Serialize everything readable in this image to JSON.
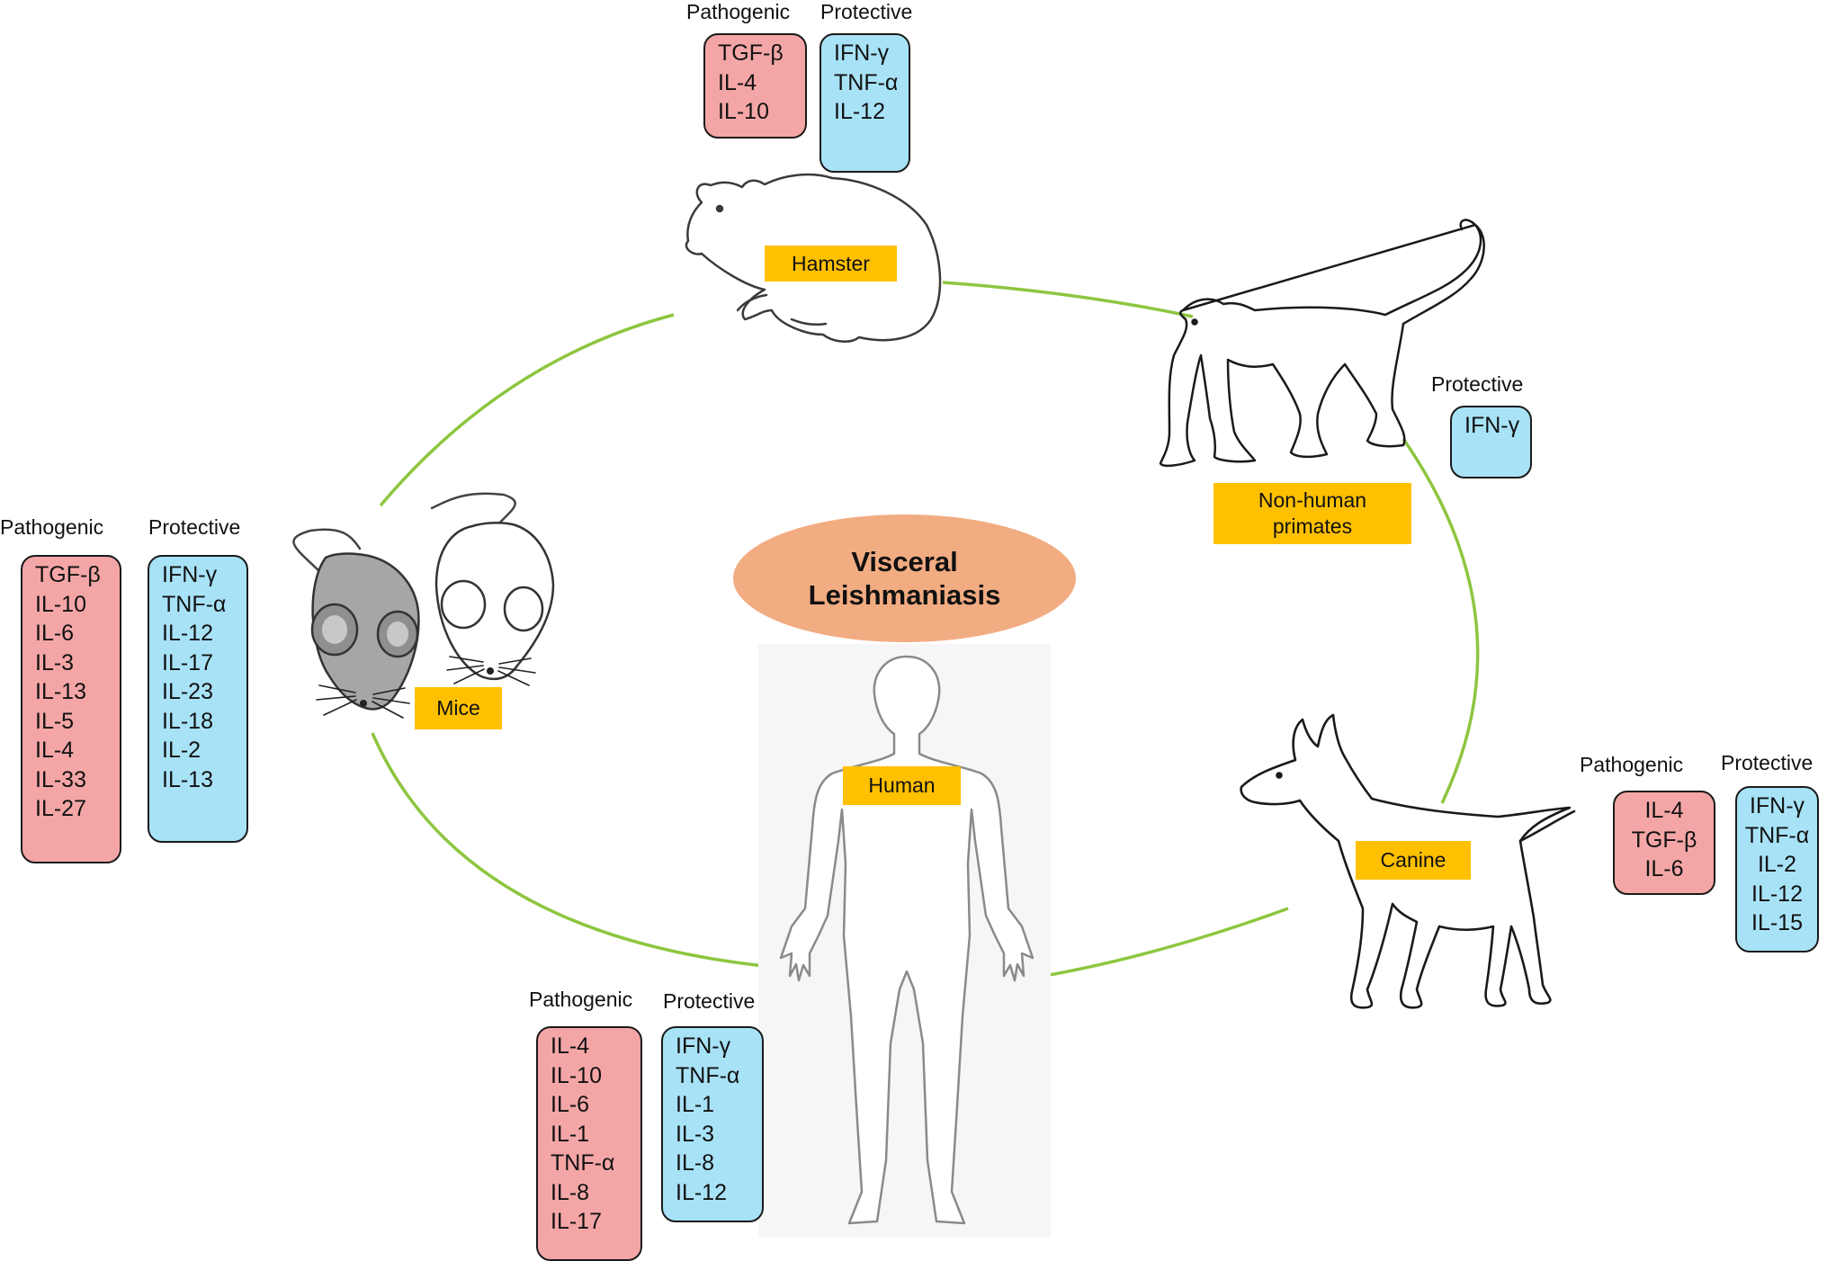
{
  "colors": {
    "cycle": "#8dc63f",
    "pathogenic": "#f4a6a6",
    "protective": "#a8e2f7",
    "host_label": "#ffc000",
    "title_oval": "#f2ac82"
  },
  "title": "Visceral\nLeishmaniasis",
  "hosts": {
    "hamster": {
      "label": "Hamster",
      "icon": "hamster-icon",
      "pathogenic_header": "Pathogenic",
      "protective_header": "Protective",
      "pathogenic": [
        "TGF-β",
        "IL-4",
        "IL-10"
      ],
      "protective": [
        "IFN-γ",
        "TNF-α",
        "IL-12"
      ]
    },
    "primates": {
      "label": "Non-human\nprimates",
      "icon": "monkey-icon",
      "protective_header": "Protective",
      "protective": [
        "IFN-γ"
      ]
    },
    "mice": {
      "label": "Mice",
      "icon": "mouse-icon",
      "pathogenic_header": "Pathogenic",
      "protective_header": "Protective",
      "pathogenic": [
        "TGF-β",
        "IL-10",
        "IL-6",
        "IL-3",
        "IL-13",
        "IL-5",
        "IL-4",
        "IL-33",
        "IL-27"
      ],
      "protective": [
        "IFN-γ",
        "TNF-α",
        "IL-12",
        "IL-17",
        "IL-23",
        "IL-18",
        "IL-2",
        "IL-13"
      ]
    },
    "human": {
      "label": "Human",
      "icon": "human-silhouette-icon",
      "pathogenic_header": "Pathogenic",
      "protective_header": "Protective",
      "pathogenic": [
        "IL-4",
        "IL-10",
        "IL-6",
        "IL-1",
        "TNF-α",
        "IL-8",
        "IL-17"
      ],
      "protective": [
        "IFN-γ",
        "TNF-α",
        "IL-1",
        "IL-3",
        "IL-8",
        "IL-12"
      ]
    },
    "canine": {
      "label": "Canine",
      "icon": "dog-icon",
      "pathogenic_header": "Pathogenic",
      "protective_header": "Protective",
      "pathogenic": [
        "IL-4",
        "TGF-β",
        "IL-6"
      ],
      "protective": [
        "IFN-γ",
        "TNF-α",
        "IL-2",
        "IL-12",
        "IL-15"
      ]
    }
  }
}
